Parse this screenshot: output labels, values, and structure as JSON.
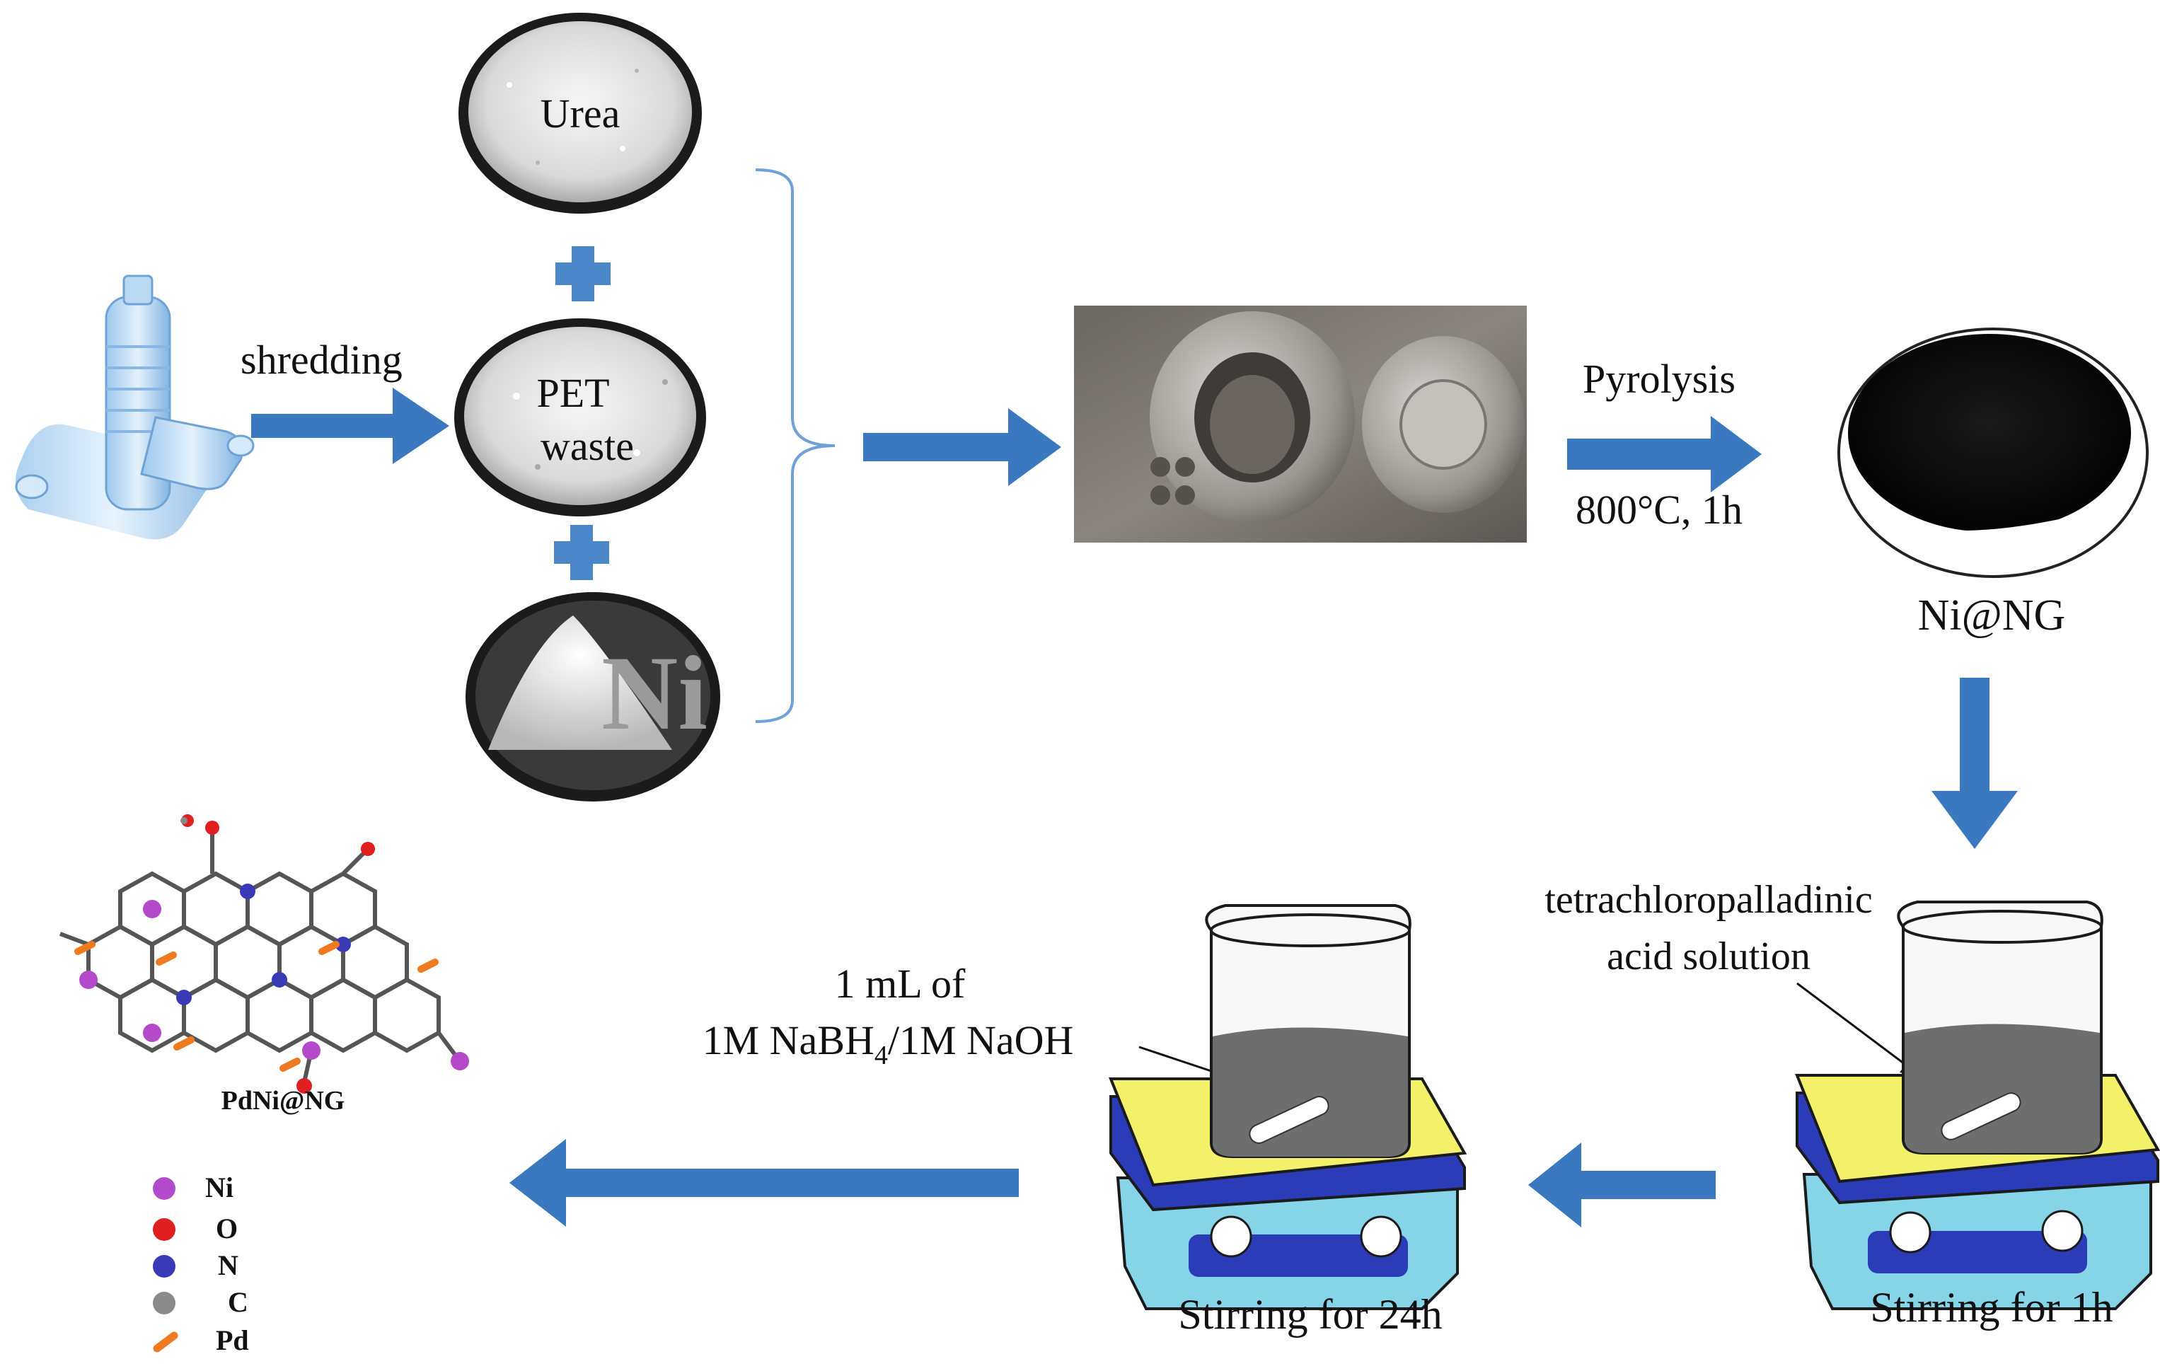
{
  "labels": {
    "shredding": "shredding",
    "urea": "Urea",
    "pet_line1": "PET",
    "pet_line2": "waste",
    "ni_powder": "Ni",
    "pyrolysis": "Pyrolysis",
    "conditions": "800°C, 1h",
    "product1": "Ni@NG",
    "reagent_line1": "tetrachloropalladinic",
    "reagent_line2": "acid solution",
    "stir1": "Stirring for 1h",
    "reductant_line1": "1 mL of",
    "reductant_line2_a": "1M NaBH",
    "reductant_line2_sub": "4",
    "reductant_line2_b": "/1M NaOH",
    "stir2": "Stirring for 24h",
    "product2": "PdNi@NG"
  },
  "legend": [
    {
      "symbol": "Ni",
      "color": "#b44ac9",
      "shape": "circle"
    },
    {
      "symbol": "O",
      "color": "#e02020",
      "shape": "circle"
    },
    {
      "symbol": "N",
      "color": "#3a3ab8",
      "shape": "circle"
    },
    {
      "symbol": "C",
      "color": "#8a8a8a",
      "shape": "circle"
    },
    {
      "symbol": "Pd",
      "color": "#f07a20",
      "shape": "dash"
    }
  ],
  "colors": {
    "arrow": "#3a78c0",
    "plus": "#4a86c8",
    "bracket": "#6fa0d8",
    "hotplate_top": "#f3f06a",
    "hotplate_base": "#86d4e8",
    "hotplate_band": "#2a3cb8",
    "beaker_liquid": "#6e6e6e"
  }
}
